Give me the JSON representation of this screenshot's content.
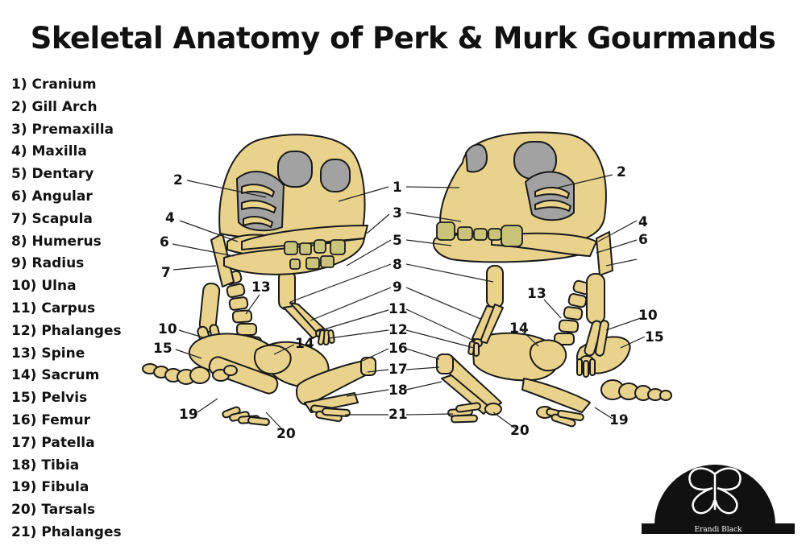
{
  "title": "Skeletal Anatomy of Perk & Murk Gourmands",
  "legend": [
    "1) Cranium",
    "2) Gill Arch",
    "3) Premaxilla",
    "4) Maxilla",
    "5) Dentary",
    "6) Angular",
    "7) Scapula",
    "8) Humerus",
    "9) Radius",
    "10) Ulna",
    "11) Carpus",
    "12) Phalanges",
    "13) Spine",
    "14) Sacrum",
    "15) Pelvis",
    "16) Femur",
    "17) Patella",
    "18) Tibia",
    "19) Fibula",
    "20) Tarsals",
    "21) Phalanges"
  ],
  "labels": {
    "n1": "1",
    "n2": "2",
    "n3": "3",
    "n4": "4",
    "n5": "5",
    "n6": "6",
    "n7": "7",
    "n8": "8",
    "n9": "9",
    "n10": "10",
    "n11": "11",
    "n12": "12",
    "n13": "13",
    "n14": "14",
    "n15": "15",
    "n16": "16",
    "n17": "17",
    "n18": "18",
    "n19": "19",
    "n20": "20",
    "n21": "21"
  },
  "signature": {
    "name": "Erandi Black"
  },
  "colors": {
    "bone": "#e8d28c",
    "teeth": "#c9c47a",
    "eye_sockets": "#a2a2a2",
    "outline": "#1a1a1a"
  }
}
